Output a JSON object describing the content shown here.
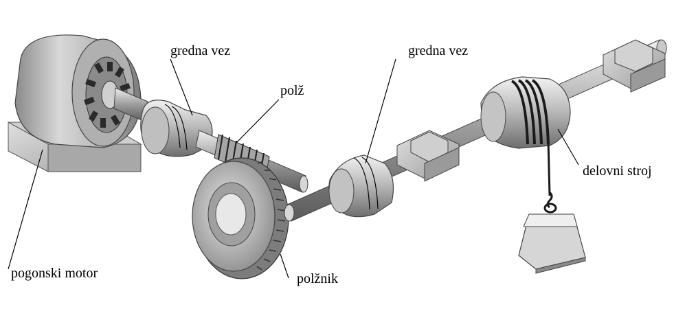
{
  "labels": {
    "coupling_left": "gredna vez",
    "worm": "polž",
    "coupling_right": "gredna vez",
    "driven_machine": "delovni stroj",
    "motor": "pogonski motor",
    "worm_wheel": "polžnik"
  }
}
